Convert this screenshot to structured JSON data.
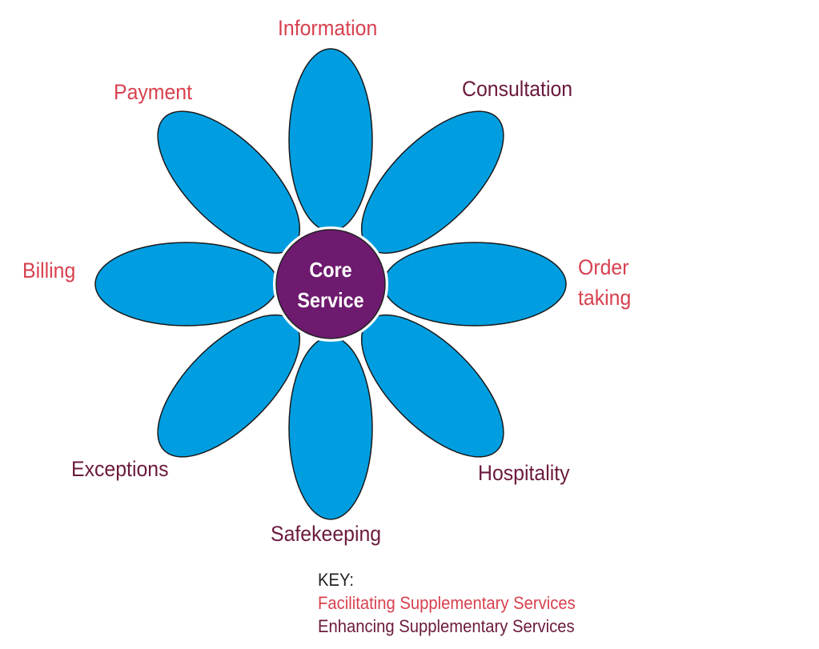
{
  "center": {
    "line1": "Core",
    "line2": "Service"
  },
  "petals": [
    {
      "label": "Information",
      "type": "facilitating"
    },
    {
      "label": "Consultation",
      "type": "enhancing"
    },
    {
      "label": "Order taking",
      "line1": "Order",
      "line2": "taking",
      "type": "facilitating"
    },
    {
      "label": "Hospitality",
      "type": "enhancing"
    },
    {
      "label": "Safekeeping",
      "type": "enhancing"
    },
    {
      "label": "Exceptions",
      "type": "enhancing"
    },
    {
      "label": "Billing",
      "type": "facilitating"
    },
    {
      "label": "Payment",
      "type": "facilitating"
    }
  ],
  "key": {
    "title": "KEY:",
    "facilitating": "Facilitating Supplementary Services",
    "enhancing": "Enhancing Supplementary Services"
  },
  "colors": {
    "petal": "#009ee0",
    "center": "#6e1a6e",
    "facilitating": "#d8414f",
    "enhancing": "#6b1a3e"
  }
}
